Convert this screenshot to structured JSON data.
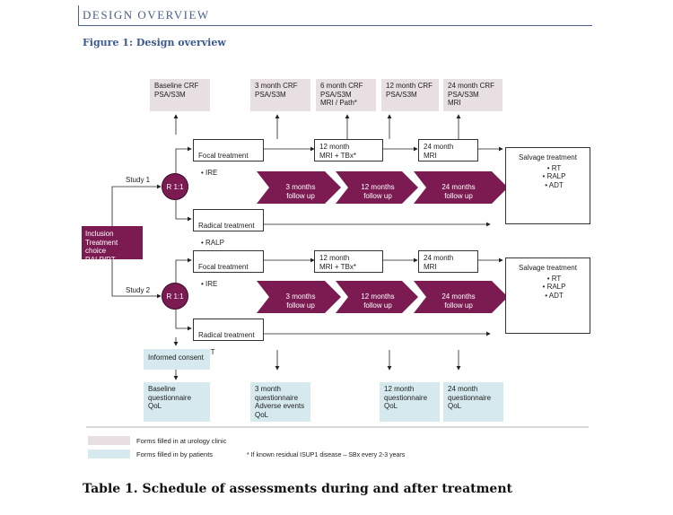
{
  "header": {
    "section_title": "DESIGN OVERVIEW"
  },
  "figure_title": "Figure 1: Design overview",
  "top_forms": [
    "Baseline CRF\nPSA/S3M",
    "3 month CRF\nPSA/S3M",
    "6 month CRF\nPSA/S3M\nMRI / Path*",
    "12 month CRF\nPSA/S3M",
    "24 month CRF\nPSA/S3M\nMRI"
  ],
  "inclusion": "Inclusion\nTreatment choice\nRALP/RT",
  "study1": {
    "label": "Study 1",
    "randomization": "R 1:1",
    "focal": {
      "title": "Focal treatment",
      "item": "IRE"
    },
    "radical": {
      "title": "Radical treatment",
      "item": "RALP"
    },
    "checkpoint_12": "12 month\nMRI + TBx*",
    "checkpoint_24": "24 month\nMRI",
    "followups": [
      "3 months\nfollow up",
      "12 months\nfollow up",
      "24 months\nfollow up"
    ],
    "salvage": {
      "title": "Salvage treatment",
      "items": [
        "RT",
        "RALP",
        "ADT"
      ]
    }
  },
  "study2": {
    "label": "Study 2",
    "randomization": "R 1:1",
    "focal": {
      "title": "Focal treatment",
      "item": "IRE"
    },
    "radical": {
      "title": "Radical treatment",
      "item": "RT"
    },
    "checkpoint_12": "12 month\nMRI + TBx*",
    "checkpoint_24": "24 month\nMRI",
    "followups": [
      "3 months\nfollow up",
      "12 months\nfollow up",
      "24 months\nfollow up"
    ],
    "salvage": {
      "title": "Salvage treatment",
      "items": [
        "RT",
        "RALP",
        "ADT"
      ]
    }
  },
  "informed_consent": "Informed consent",
  "bottom_forms": [
    "Baseline\nquestionnaire\nQoL",
    "3 month\nquestionnaire\nAdverse events\nQoL",
    "12 month\nquestionnaire\nQoL",
    "24 month\nquestionnaire\nQoL"
  ],
  "legend": {
    "clinic": "Forms filled in at urology clinic",
    "patients": "Forms filled in by patients",
    "clinic_color": "#e8dfe2",
    "patients_color": "#d5e9ee"
  },
  "footnote": "* If known residual ISUP1 disease – SBx every 2-3 years",
  "table_title": "Table 1. Schedule of assessments during and after treatment",
  "colors": {
    "accent": "#7b1b52",
    "header": "#4a5f8a"
  }
}
